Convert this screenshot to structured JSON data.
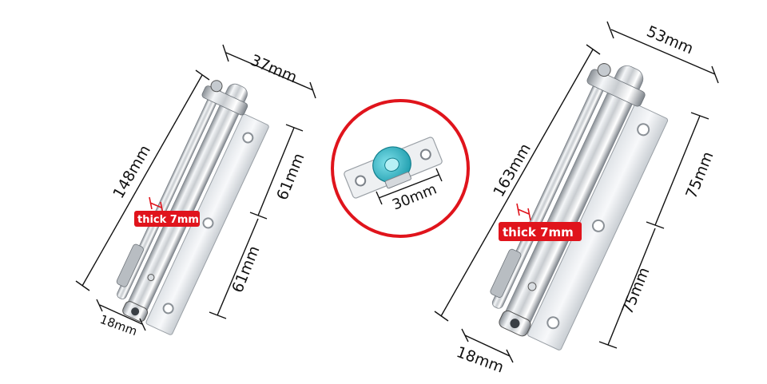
{
  "left_closer": {
    "width": "37mm",
    "length": "148mm",
    "hole_spacing_top": "61mm",
    "hole_spacing_bottom": "61mm",
    "base_width": "18mm",
    "thickness_tag": "thick 7mm"
  },
  "roller_detail": {
    "width": "30mm",
    "roller_color": "#2fb7c5",
    "ring_color": "#e0141c"
  },
  "right_closer": {
    "width": "53mm",
    "length": "163mm",
    "hole_spacing_top": "75mm",
    "hole_spacing_bottom": "75mm",
    "base_width": "18mm",
    "thickness_tag": "thick 7mm"
  },
  "tag_color": "#e0141c"
}
